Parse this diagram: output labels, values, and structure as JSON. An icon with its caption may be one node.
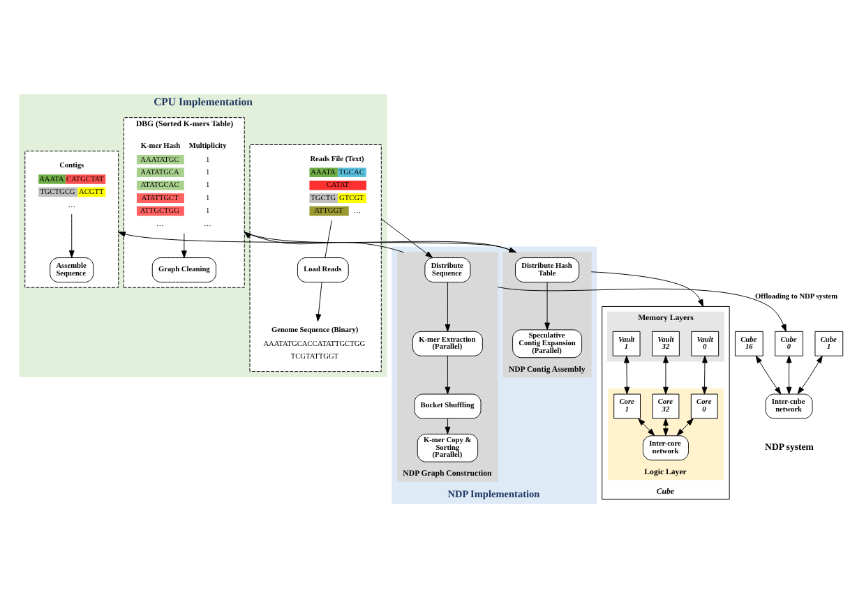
{
  "diagram": {
    "nodes": [
      {
        "text": [
          "CPU Implementation"
        ]
      },
      {
        "text": [],
        "shape": "box",
        "in": 0
      },
      {
        "text": [
          "Reads File (Text)",
          "AAATA",
          "TGCAC",
          "CATAT",
          "TGCTG",
          "GTCGT",
          "ATTGGT",
          "…"
        ],
        "in": 1
      },
      {
        "text": [
          "Load Reads"
        ],
        "in": 1
      },
      {
        "text": [
          "Genome Sequence (Binary)",
          "AAATATGCACCATATTGCTGG",
          "TCGTATTGGT"
        ],
        "in": 1
      },
      {
        "text": [
          "DBG (Sorted K-mers Table)"
        ],
        "in": 0
      },
      {
        "text": [
          "K-mer Hash",
          "Multiplicity",
          "AAATATGC",
          "1",
          "AATATGCA",
          "1",
          "ATATGCAC",
          "1",
          "ATATTGCT",
          "1",
          "ATTGCTGG",
          "1",
          "…",
          "…"
        ],
        "in": 5
      },
      {
        "text": [
          "Graph Cleaning"
        ],
        "in": 5
      },
      {
        "text": [],
        "shape": "box",
        "in": 0
      },
      {
        "text": [
          "Contigs",
          "AAATA",
          "CATGCTAT",
          "TGCTGCG",
          "ACGTT",
          "…"
        ],
        "in": 8
      },
      {
        "text": [
          "Assemble Sequence"
        ],
        "in": 8
      },
      {
        "text": [
          "NDP Implementation"
        ]
      },
      {
        "text": [
          "NDP Graph Construction"
        ],
        "in": 11
      },
      {
        "text": [
          "Distribute Sequence"
        ],
        "in": 12
      },
      {
        "text": [
          "K-mer Extraction (Parallel)"
        ],
        "in": 12
      },
      {
        "text": [
          "Bucket Shuffling"
        ],
        "in": 12
      },
      {
        "text": [
          "K-mer Copy & Sorting (Parallel)"
        ],
        "in": 12
      },
      {
        "text": [
          "NDP Contig Assembly"
        ],
        "in": 11
      },
      {
        "text": [
          "Distribute Hash Table"
        ],
        "in": 17
      },
      {
        "text": [
          "Speculative Contig Expansion (Parallel)"
        ],
        "in": 17
      },
      {
        "text": [
          "Cube"
        ]
      },
      {
        "text": [
          "Memory Layers"
        ],
        "in": 20
      },
      {
        "text": [
          "Vault 0"
        ],
        "in": 21
      },
      {
        "text": [
          "Vault 1"
        ],
        "in": 21
      },
      {
        "text": [
          "Vault 32"
        ],
        "in": 21
      },
      {
        "text": [
          "Logic Layer"
        ],
        "in": 20
      },
      {
        "text": [
          "Core 0"
        ],
        "in": 25
      },
      {
        "text": [
          "Core 1"
        ],
        "in": 25
      },
      {
        "text": [
          "Core 32"
        ],
        "in": 25
      },
      {
        "text": [
          "Inter-core network"
        ],
        "in": 25
      },
      {
        "text": [
          "Cube 0"
        ]
      },
      {
        "text": [
          "Cube 1"
        ]
      },
      {
        "text": [
          "Cube 16"
        ]
      },
      {
        "text": [
          "Inter-cube network"
        ]
      }
    ],
    "edges": [
      {
        "from": 2,
        "to": 3,
        "arrow": "none"
      },
      {
        "from": 3,
        "to": 4,
        "arrow": "to"
      },
      {
        "from": 6,
        "to": 7,
        "arrow": "to"
      },
      {
        "from": 9,
        "to": 10,
        "arrow": "to"
      },
      {
        "from": 1,
        "to": 13,
        "arrow": "to"
      },
      {
        "from": 12,
        "to": 5,
        "arrow": "to"
      },
      {
        "from": 5,
        "to": 17,
        "arrow": "to"
      },
      {
        "from": 17,
        "to": 8,
        "arrow": "to"
      },
      {
        "from": 13,
        "to": 14,
        "arrow": "to"
      },
      {
        "from": 14,
        "to": 15,
        "arrow": "to"
      },
      {
        "from": 15,
        "to": 16,
        "arrow": "to"
      },
      {
        "from": 18,
        "to": 19,
        "arrow": "to"
      },
      {
        "from": 17,
        "to": 20,
        "arrow": "to"
      },
      {
        "from": 12,
        "to": 30,
        "arrow": "to",
        "label": "Offloading to NDP system"
      },
      {
        "from": 22,
        "to": 26,
        "arrow": "both"
      },
      {
        "from": 23,
        "to": 27,
        "arrow": "both"
      },
      {
        "from": 24,
        "to": 28,
        "arrow": "both"
      },
      {
        "from": 26,
        "to": 29,
        "arrow": "both"
      },
      {
        "from": 27,
        "to": 29,
        "arrow": "both"
      },
      {
        "from": 28,
        "to": 29,
        "arrow": "both"
      },
      {
        "from": 30,
        "to": 33,
        "arrow": "both"
      },
      {
        "from": 31,
        "to": 33,
        "arrow": "both"
      },
      {
        "from": 32,
        "to": 33,
        "arrow": "both"
      }
    ],
    "labels": [
      "NDP system"
    ]
  }
}
